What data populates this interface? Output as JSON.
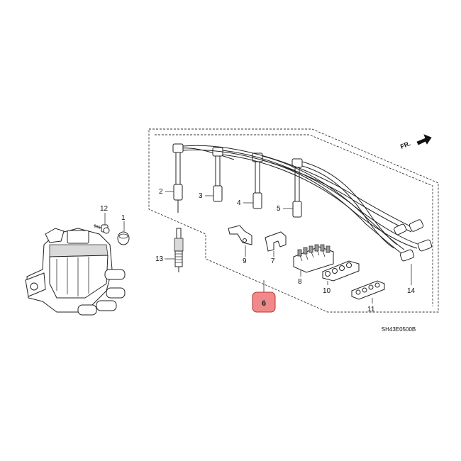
{
  "diagram": {
    "code": "SH43E0500B",
    "direction": "FR.",
    "highlight_label": "6",
    "highlight_color": "#f08a8a",
    "callouts": [
      {
        "id": "c1",
        "text": "1"
      },
      {
        "id": "c2",
        "text": "2"
      },
      {
        "id": "c3",
        "text": "3"
      },
      {
        "id": "c4",
        "text": "4"
      },
      {
        "id": "c5",
        "text": "5"
      },
      {
        "id": "c7",
        "text": "7"
      },
      {
        "id": "c8",
        "text": "8"
      },
      {
        "id": "c9",
        "text": "9"
      },
      {
        "id": "c10",
        "text": "10"
      },
      {
        "id": "c11",
        "text": "11"
      },
      {
        "id": "c12",
        "text": "12"
      },
      {
        "id": "c13",
        "text": "13"
      },
      {
        "id": "c14",
        "text": "14"
      }
    ]
  }
}
